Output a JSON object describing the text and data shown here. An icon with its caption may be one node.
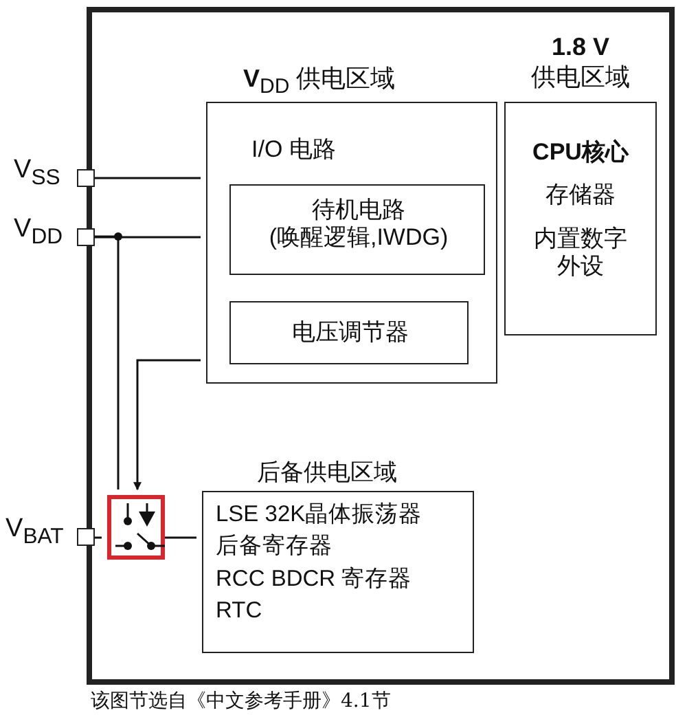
{
  "diagram": {
    "caption": "该图节选自《中文参考手册》4.1节",
    "nodes": [
      {
        "text": [],
        "shape": "box"
      },
      {
        "text": [
          "**V**$_{DD}$ 供电区域",
          "I/O 电路"
        ],
        "in": 0
      },
      {
        "text": [
          "待机电路 (唤醒逻辑,IWDG)"
        ],
        "in": 1
      },
      {
        "text": [
          "电压调节器"
        ],
        "in": 1
      },
      {
        "text": [
          "**1.8 V** 供电区域",
          "CPU核心",
          "存储器",
          "内置数字外设"
        ],
        "in": 0
      },
      {
        "text": [
          "后备供电区域",
          "LSE 32K晶体振荡器",
          "后备寄存器",
          "RCC BDCR 寄存器",
          "RTC"
        ],
        "in": 0
      },
      {
        "text": [],
        "shape": "box",
        "in": 0
      },
      {
        "text": [],
        "shape": "box",
        "beside": [
          "V$_{SS}$"
        ]
      },
      {
        "text": [],
        "shape": "box",
        "beside": [
          "V$_{DD}$"
        ]
      },
      {
        "text": [],
        "shape": "box",
        "beside": [
          "V$_{BAT}$"
        ]
      }
    ],
    "edges": [
      {
        "from": 7,
        "to": 1,
        "arrow": "none"
      },
      {
        "from": 8,
        "to": 1,
        "arrow": "none"
      },
      {
        "from": 8,
        "to": 6,
        "arrow": "none"
      },
      {
        "from": 1,
        "to": 6,
        "arrow": "to"
      },
      {
        "from": 9,
        "to": 6,
        "arrow": "none"
      },
      {
        "from": 6,
        "to": 5,
        "arrow": "none"
      }
    ]
  }
}
